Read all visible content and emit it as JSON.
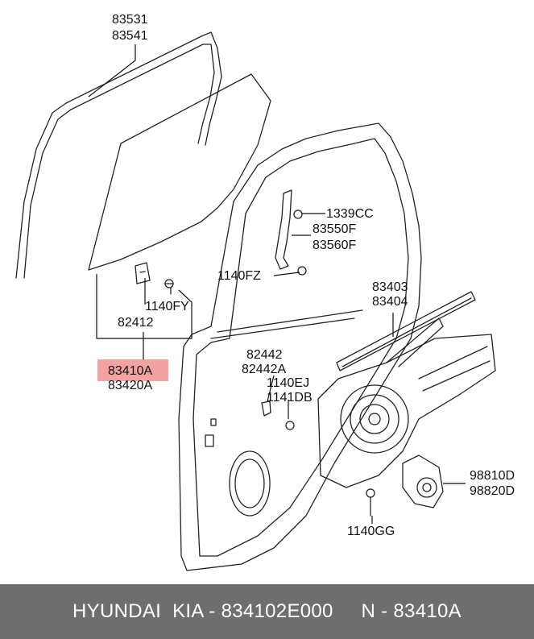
{
  "labels": {
    "p83531": "83531",
    "p83541": "83541",
    "p1339CC": "1339CC",
    "p83550F": "83550F",
    "p83560F": "83560F",
    "p1140FZ": "1140FZ",
    "p1140FY": "1140FY",
    "p82412": "82412",
    "p83410A": "83410A",
    "p83420A": "83420A",
    "p83403": "83403",
    "p83404": "83404",
    "p82442": "82442",
    "p82442A": "82442A",
    "p1140EJ": "1140EJ",
    "p1141DB": "1141DB",
    "p98810D": "98810D",
    "p98820D": "98820D",
    "p1140GG": "1140GG"
  },
  "highlight_color": "#f4a3a3",
  "footer": {
    "text": "HYUNDAI  KIA - 834102E000     N - 83410A",
    "background": "#6e6e6e"
  }
}
